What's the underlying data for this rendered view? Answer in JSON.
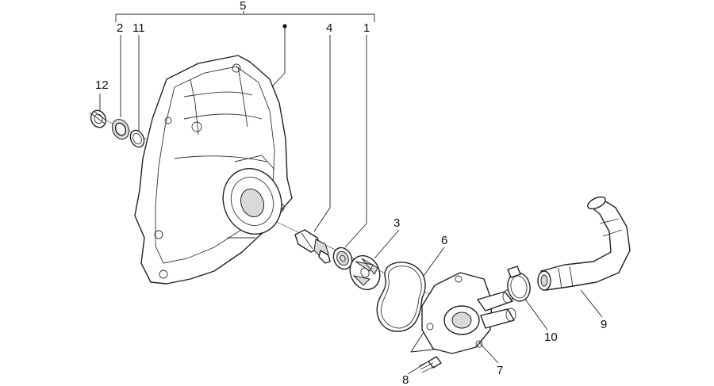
{
  "callouts": {
    "c1": "1",
    "c2": "2",
    "c3": "3",
    "c4": "4",
    "c5": "5",
    "c6": "6",
    "c7": "7",
    "c8": "8",
    "c9": "9",
    "c10": "10",
    "c11": "11",
    "c12": "12"
  },
  "colors": {
    "line": "#222222",
    "shade": "#d9d9d9",
    "background": "#ffffff"
  }
}
